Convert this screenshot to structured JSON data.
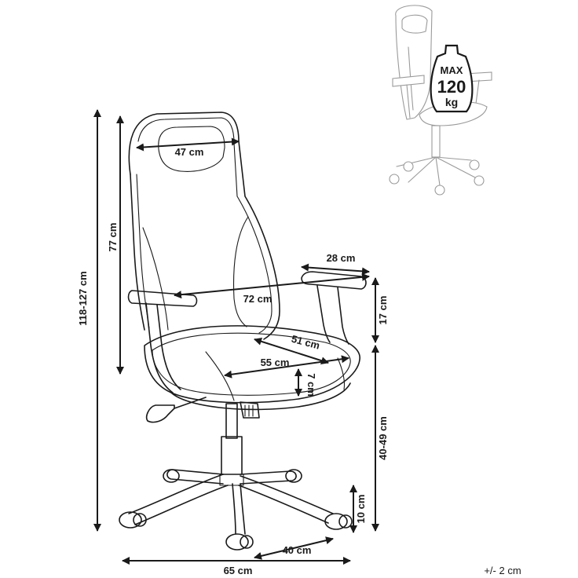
{
  "dimensions": {
    "headrest_width": "47 cm",
    "backrest_height": "77 cm",
    "total_height": "118-127 cm",
    "armrest_length": "28 cm",
    "width_between_armrests": "72 cm",
    "armrest_height": "17 cm",
    "seat_depth": "51 cm",
    "seat_width": "55 cm",
    "seat_thickness": "7 cm",
    "seat_height": "40-49 cm",
    "caster_height": "10 cm",
    "leg_length": "40 cm",
    "base_width": "65 cm"
  },
  "max_load": {
    "label": "MAX",
    "value": "120",
    "unit": "kg"
  },
  "tolerance": "+/- 2 cm",
  "colors": {
    "line": "#1a1a1a",
    "faint": "#9a9a9a",
    "background": "#ffffff"
  },
  "icons": [
    "weight-icon",
    "chair-illustration",
    "chair-thumbnail"
  ]
}
